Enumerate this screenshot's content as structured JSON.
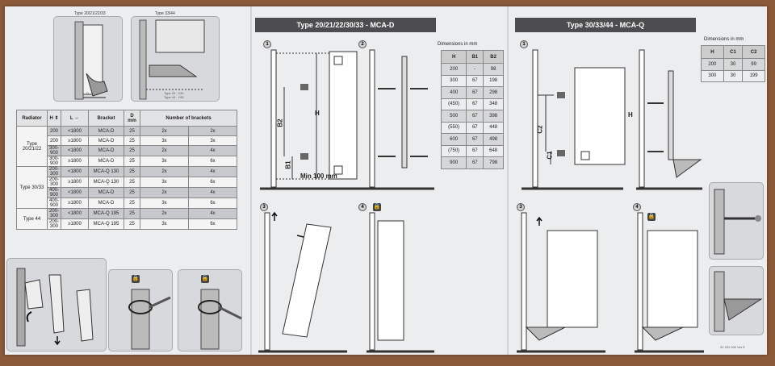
{
  "top_captions": {
    "left": "Type 20/21/22/33",
    "right": "Type 33/44"
  },
  "detail_labels": {
    "d": "D",
    "type_d_1": "Type 20 - 130",
    "type_d_2": "Type 44 - 195"
  },
  "radiator_table": {
    "headers": {
      "radiator": "Radiator",
      "h": "H",
      "l": "L",
      "bracket": "Bracket",
      "d": "D mm",
      "brackets": "Number of brackets"
    },
    "groups": [
      {
        "type": "Type 20/21/22",
        "rows": [
          {
            "h": "200",
            "l": "<1800",
            "bracket": "MCA-D",
            "d": "25",
            "n1": "2x",
            "n2": "2x"
          },
          {
            "h": "200",
            "l": "≥1800",
            "bracket": "MCA-D",
            "d": "25",
            "n1": "3x",
            "n2": "3x"
          },
          {
            "h": "300-900",
            "l": "<1800",
            "bracket": "MCA-D",
            "d": "25",
            "n1": "2x",
            "n2": "4x"
          },
          {
            "h": "300-900",
            "l": "≥1800",
            "bracket": "MCA-D",
            "d": "25",
            "n1": "3x",
            "n2": "6x"
          }
        ]
      },
      {
        "type": "Type 30/33",
        "rows": [
          {
            "h": "200-300",
            "l": "<1800",
            "bracket": "MCA-Q 130",
            "d": "25",
            "n1": "2x",
            "n2": "4x"
          },
          {
            "h": "200-300",
            "l": "≥1800",
            "bracket": "MCA-Q 130",
            "d": "25",
            "n1": "3x",
            "n2": "6x"
          },
          {
            "h": "400-900",
            "l": "<1800",
            "bracket": "MCA-D",
            "d": "25",
            "n1": "2x",
            "n2": "4x"
          },
          {
            "h": "400-900",
            "l": "≥1800",
            "bracket": "MCA-D",
            "d": "25",
            "n1": "3x",
            "n2": "6x"
          }
        ]
      },
      {
        "type": "Type 44",
        "rows": [
          {
            "h": "200-300",
            "l": "<1800",
            "bracket": "MCA-Q 195",
            "d": "25",
            "n1": "2x",
            "n2": "4x"
          },
          {
            "h": "200-300",
            "l": "≥1800",
            "bracket": "MCA-Q 195",
            "d": "25",
            "n1": "3x",
            "n2": "6x"
          }
        ]
      }
    ]
  },
  "panel_d": {
    "title": "Type 20/21/22/30/33 - MCA-D",
    "dims_title": "Dimensions in mm",
    "dims_headers": {
      "h": "H",
      "b1": "B1",
      "b2": "B2"
    },
    "dims_rows": [
      {
        "h": "200",
        "b1": "-",
        "b2": "98"
      },
      {
        "h": "300",
        "b1": "67",
        "b2": "198"
      },
      {
        "h": "400",
        "b1": "67",
        "b2": "298"
      },
      {
        "h": "(450)",
        "b1": "67",
        "b2": "348"
      },
      {
        "h": "500",
        "b1": "67",
        "b2": "398"
      },
      {
        "h": "(550)",
        "b1": "67",
        "b2": "448"
      },
      {
        "h": "600",
        "b1": "67",
        "b2": "498"
      },
      {
        "h": "(750)",
        "b1": "67",
        "b2": "648"
      },
      {
        "h": "900",
        "b1": "67",
        "b2": "798"
      }
    ],
    "labels": {
      "b2": "B2",
      "b1": "B1",
      "h": "H",
      "min": "Min 100 mm"
    },
    "steps": [
      "1",
      "2",
      "3",
      "4"
    ]
  },
  "panel_q": {
    "title": "Type 30/33/44 - MCA-Q",
    "dims_title": "Dimensions in mm",
    "dims_headers": {
      "h": "H",
      "c1": "C1",
      "c2": "C2"
    },
    "dims_rows": [
      {
        "h": "200",
        "c1": "30",
        "c2": "99"
      },
      {
        "h": "300",
        "c1": "30",
        "c2": "199"
      }
    ],
    "labels": {
      "c2": "C2",
      "c1": "C1",
      "h": "H"
    },
    "steps": [
      "1",
      "2",
      "3",
      "4"
    ]
  },
  "footer_code": "31 331 000 Ver 5",
  "colors": {
    "sheet": "#ecedef",
    "band": "#4d4d4f",
    "cell_dark": "#c8c9cc",
    "table_light": "#f4f4f5"
  }
}
